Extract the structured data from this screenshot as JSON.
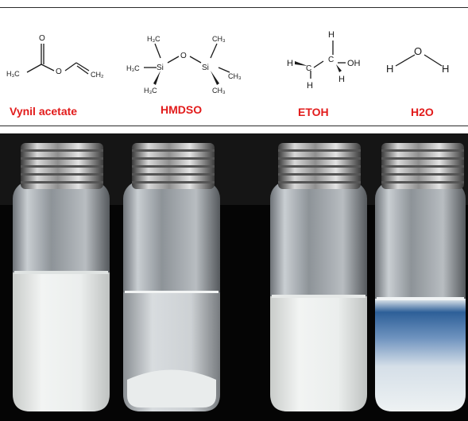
{
  "labels": {
    "vinyl_acetate": "Vynil acetate",
    "hmdso": "HMDSO",
    "etoh": "ETOH",
    "h2o": "H2O"
  },
  "formulas": {
    "va_h3c": "H₃C",
    "va_o_top": "O",
    "va_o_mid": "O",
    "va_ch2": "CH₂",
    "hm_o": "O",
    "hm_si_left": "Si",
    "hm_si_right": "Si",
    "hm_h3c_tl": "H₃C",
    "hm_h3c_l": "H₃C",
    "hm_h3c_bl": "H₃C",
    "hm_ch3_tr": "CH₃",
    "hm_ch3_r": "CH₃",
    "hm_ch3_br": "CH₃",
    "et_h_top": "H",
    "et_h_left": "H",
    "et_c1": "C",
    "et_c2": "C",
    "et_oh": "OH",
    "et_h_b1": "H",
    "et_h_b2": "H",
    "w_h_left": "H",
    "w_o": "O",
    "w_h_right": "H"
  },
  "colors": {
    "label_red": "#e21b1b",
    "rule": "#2b2b2b",
    "photo_bg": "#050505",
    "milky": "#e9ecea",
    "blue_band": "#2f5f97"
  }
}
